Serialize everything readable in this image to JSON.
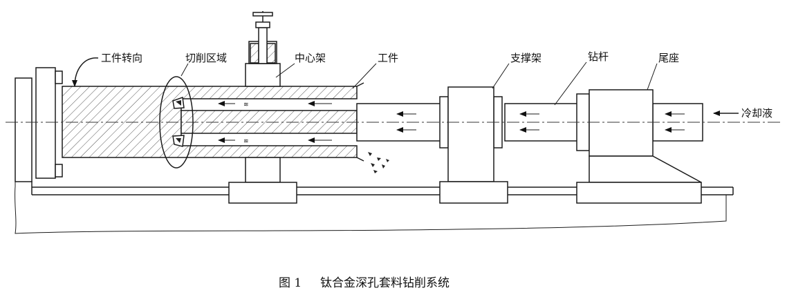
{
  "labels": {
    "workpiece_rotation": "工件转向",
    "cutting_zone": "切削区域",
    "center_rest": "中心架",
    "workpiece": "工件",
    "support_frame": "支撑架",
    "drill_rod": "钻杆",
    "tailstock": "尾座",
    "coolant": "冷却液"
  },
  "caption": {
    "number": "图 1",
    "title": "钛合金深孔套料钻削系统"
  }
}
